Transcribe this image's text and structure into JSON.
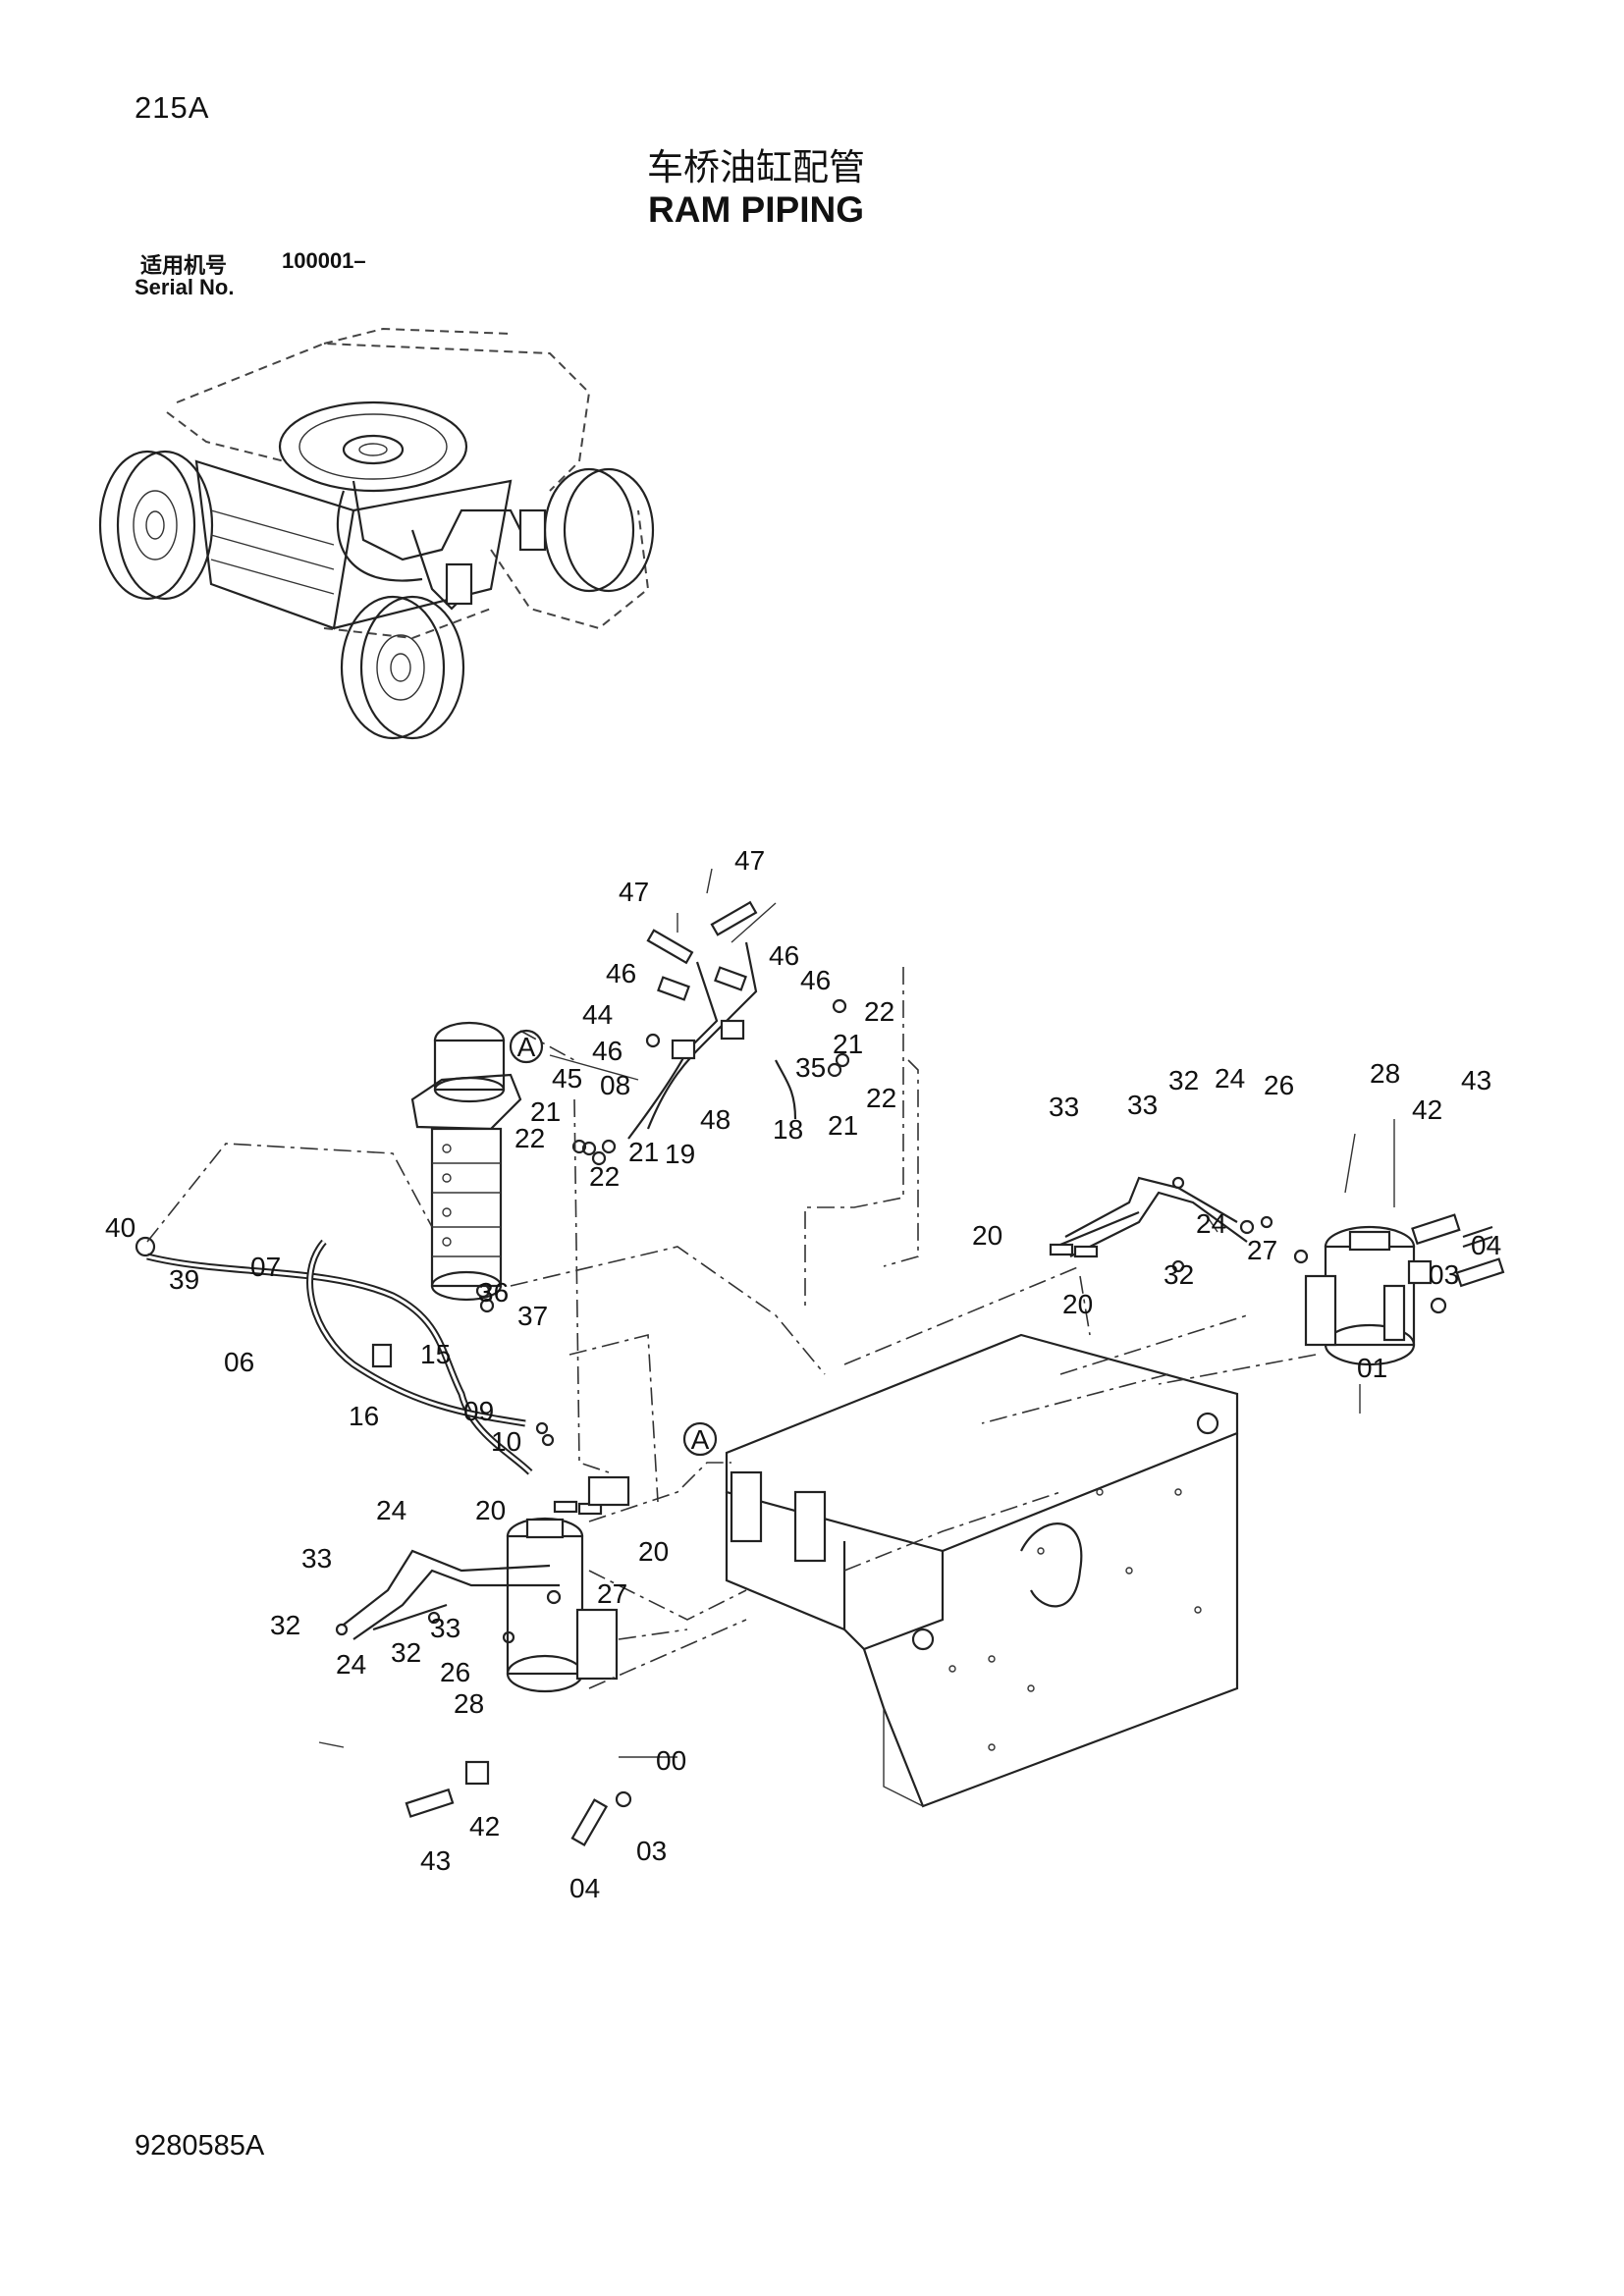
{
  "header": {
    "page_code": "215A",
    "title_cn": "车桥油缸配管",
    "title_en": "RAM PIPING",
    "serial_label_cn": "适用机号",
    "serial_value": "100001–",
    "serial_label_en": "Serial No."
  },
  "footer": {
    "drawing_number": "9280585A"
  },
  "callouts": {
    "c47a": "47",
    "c47b": "47",
    "c46a": "46",
    "c46b": "46",
    "c46c": "46",
    "c46d": "46",
    "c44": "44",
    "c22a": "22",
    "c21a": "21",
    "c35": "35",
    "c22b": "22",
    "c21b": "21",
    "c18": "18",
    "c48": "48",
    "c08": "08",
    "c45": "45",
    "c21c": "21",
    "c22c": "22",
    "c21d": "21",
    "c22d": "22",
    "c19": "19",
    "c40": "40",
    "c39": "39",
    "c07": "07",
    "c06": "06",
    "c15": "15",
    "c16": "16",
    "c36": "36",
    "c37": "37",
    "c09": "09",
    "c10": "10",
    "c33a": "33",
    "c33b": "33",
    "c32a": "32",
    "c24a": "24",
    "c26a": "26",
    "c28a": "28",
    "c42a": "42",
    "c43a": "43",
    "c20a": "20",
    "c20b": "20",
    "c24b": "24",
    "c27a": "27",
    "c32b": "32",
    "c04a": "04",
    "c03a": "03",
    "c01": "01",
    "c24c": "24",
    "c33c": "33",
    "c20c": "20",
    "c20d": "20",
    "c27b": "27",
    "c32c": "32",
    "c24d": "24",
    "c32d": "32",
    "c33d": "33",
    "c26b": "26",
    "c28b": "28",
    "c00": "00",
    "c43b": "43",
    "c42b": "42",
    "c04b": "04",
    "c03b": "03"
  },
  "reference_markers": {
    "ref_a1": "A",
    "ref_a2": "A"
  }
}
